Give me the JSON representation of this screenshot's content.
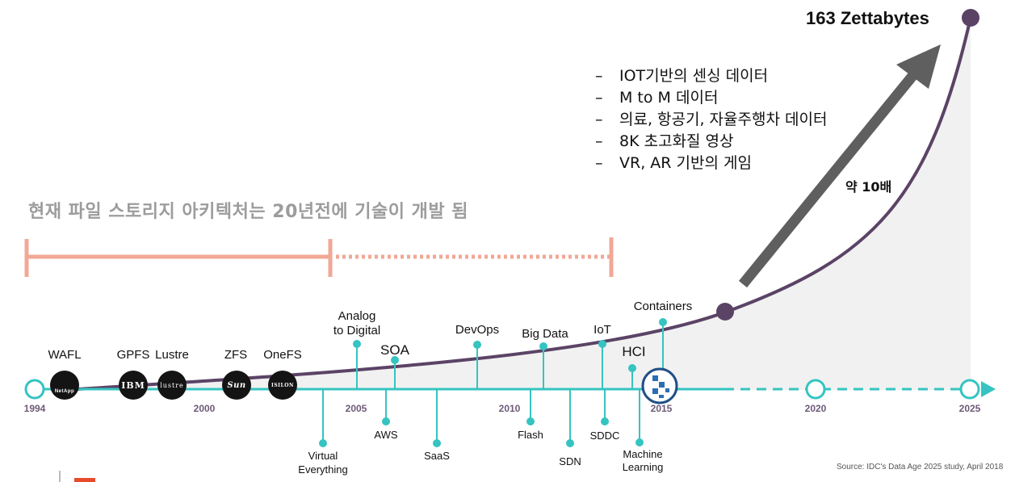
{
  "headline": "163 Zettabytes",
  "bullets": [
    "IOT기반의 센싱 데이터",
    "M to M 데이터",
    "의료, 항공기, 자율주행차 데이터",
    "8K 초고화질 영상",
    "VR, AR 기반의 게임"
  ],
  "bullet_dash": "–",
  "heading": "현재 파일 스토리지 아키텍처는 20년전에 기술이 개발 됨",
  "growth_label": "약 10배",
  "years": {
    "y1994": "1994",
    "y2000": "2000",
    "y2005": "2005",
    "y2010": "2010",
    "y2015": "2015",
    "y2020": "2020",
    "y2025": "2025"
  },
  "file_systems": {
    "wafl": "WAFL",
    "gpfs": "GPFS",
    "lustre": "Lustre",
    "zfs": "ZFS",
    "onefs": "OneFS"
  },
  "logos": {
    "netapp": "NetApp",
    "ibm": "IBM",
    "lustre": "lustre",
    "sun": "Sun",
    "isilon": "ISILON"
  },
  "above": {
    "analog": [
      "Analog",
      "to Digital"
    ],
    "soa": "SOA",
    "devops": "DevOps",
    "bigdata": "Big Data",
    "iot": "IoT",
    "hci": "HCI",
    "containers": "Containers"
  },
  "below": {
    "virtual": [
      "Virtual",
      "Everything"
    ],
    "aws": "AWS",
    "saas": "SaaS",
    "flash": "Flash",
    "sdn": "SDN",
    "sddc": "SDDC",
    "ml": [
      "Machine",
      "Learning"
    ]
  },
  "source": "Source: IDC's Data Age 2025 study, April 2018",
  "colors": {
    "teal": "#35c4c1",
    "curve": "#5b4366",
    "salmon": "#f2a896",
    "arrow": "#5f5f5f",
    "year": "#6e5a78",
    "heading": "#9c9c9c"
  }
}
